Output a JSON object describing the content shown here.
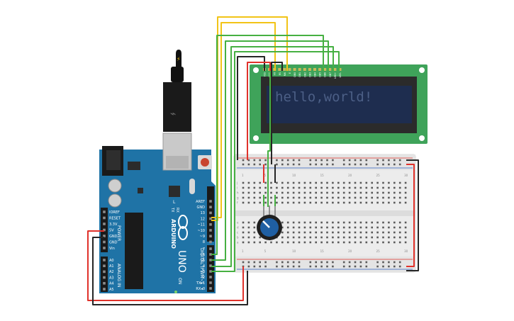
{
  "lcd": {
    "text": "hello,world!",
    "pins": [
      "VSS",
      "VDD",
      "V0",
      "RS",
      "RW",
      "E",
      "DB0",
      "DB1",
      "DB2",
      "DB3",
      "DB4",
      "DB5",
      "DB6",
      "DB7",
      "LED+",
      "LED-"
    ]
  },
  "arduino": {
    "logo": "ARDUINO",
    "model": "UNO",
    "power_header_label": "POWER",
    "power_pins": [
      "IOREF",
      "RESET",
      "3.3V",
      "5V",
      "GND",
      "GND",
      "Vin"
    ],
    "analog_header_label": "ANALOG IN",
    "analog_pins": [
      "A0",
      "A1",
      "A2",
      "A3",
      "A4",
      "A5"
    ],
    "digital_header_label": "DIGITAL (PWM~)",
    "digital_pins_top": [
      "AREF",
      "GND",
      "13",
      "12",
      "~11",
      "~10",
      "~9",
      "8"
    ],
    "digital_pins_bottom": [
      "7",
      "~6",
      "~5",
      "4",
      "~3",
      "2",
      "TX▸1",
      "RX◂0"
    ],
    "tx_label": "TX",
    "rx_label": "RX",
    "on_label": "ON",
    "l_label": "L"
  },
  "breadboard": {
    "column_numbers": [
      "1",
      "5",
      "10",
      "15",
      "20",
      "25",
      "30"
    ],
    "row_letters_top": [
      "j",
      "i",
      "h",
      "g",
      "f"
    ],
    "row_letters_bottom": [
      "e",
      "d",
      "c",
      "b",
      "a"
    ]
  },
  "usb": {
    "icon": "usb-icon",
    "bolt_icon": "lightning-icon"
  },
  "colors": {
    "board_blue": "#1f73a6",
    "lcd_green": "#3fa35a",
    "lcd_screen": "#1e2d4f",
    "lcd_text": "#4c5f86",
    "wire_yellow": "#f2c417",
    "wire_green": "#46b042",
    "wire_red": "#e0322b",
    "wire_black": "#262626",
    "breadboard": "#ececec"
  }
}
